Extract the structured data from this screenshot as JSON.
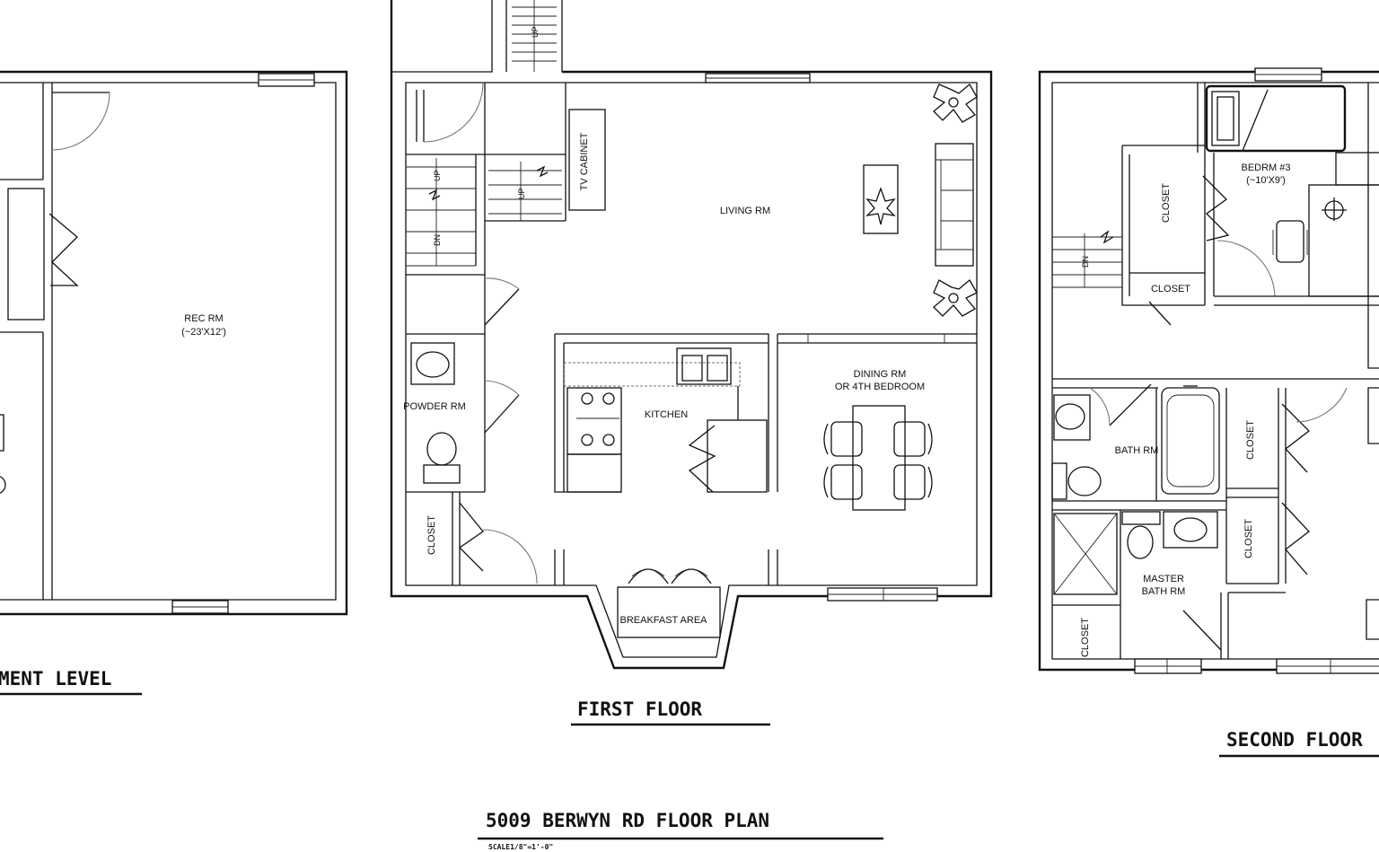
{
  "title": "5009 BERWYN RD  FLOOR PLAN",
  "scale": "SCALE1/8\"=1'-0\"",
  "basement": {
    "heading": "MENT LEVEL",
    "rec_rm": "REC RM",
    "rec_rm_size": "(~23'X12')"
  },
  "first_floor": {
    "heading": "FIRST FLOOR",
    "tv_cabinet": "TV CABINET",
    "living_rm": "LIVING RM",
    "powder_rm": "POWDER RM",
    "kitchen": "KITCHEN",
    "dining_rm_1": "DINING RM",
    "dining_rm_2": "OR 4TH BEDROOM",
    "closet": "CLOSET",
    "breakfast_area": "BREAKFAST AREA",
    "stair_up_top": "UP",
    "stair_up_left": "UP",
    "stair_up_mid": "UP",
    "stair_dn": "DN"
  },
  "second_floor": {
    "heading": "SECOND FLOOR",
    "bedrm3": "BEDRM #3",
    "bedrm3_size": "(~10'X9')",
    "closet_a": "CLOSET",
    "closet_b": "CLOSET",
    "closet_c": "CLOSET",
    "closet_d": "CLOSET",
    "closet_e": "CLOSET",
    "bath_rm": "BATH RM",
    "master_bath_1": "MASTER",
    "master_bath_2": "BATH RM",
    "stair_dn": "DN"
  }
}
